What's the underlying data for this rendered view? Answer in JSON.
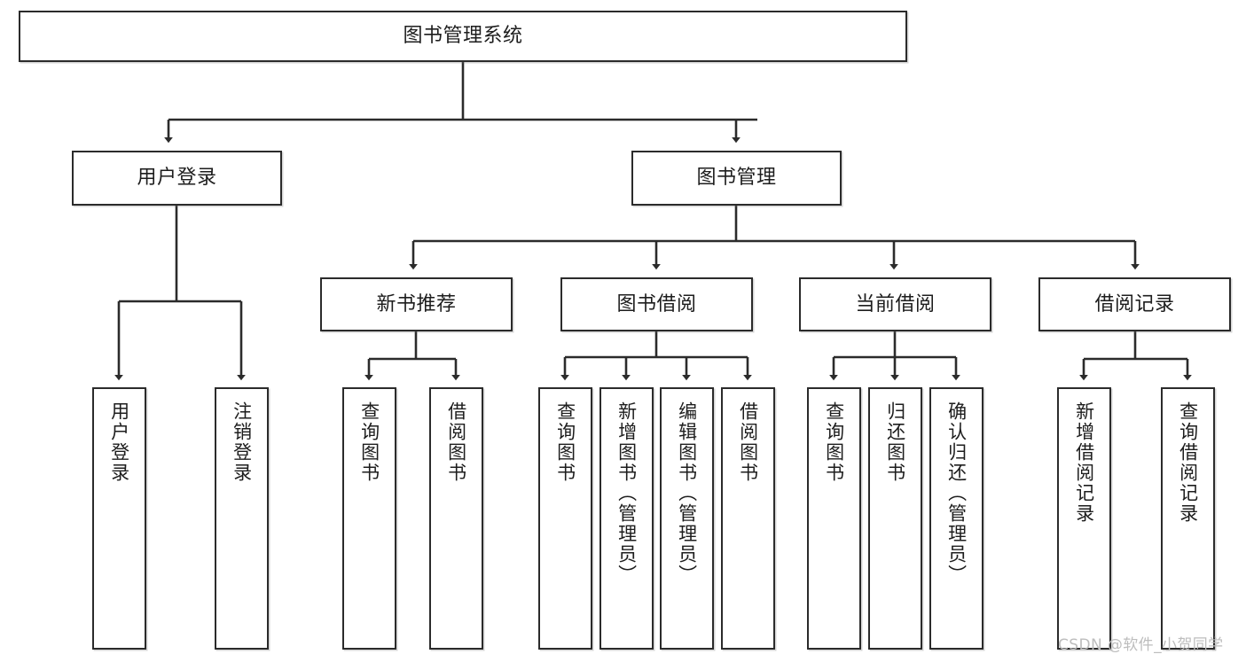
{
  "diagram": {
    "type": "tree-hierarchy",
    "title": "图书管理系统",
    "root": {
      "id": "root",
      "label": "图书管理系统"
    },
    "level2": [
      {
        "id": "user-login",
        "label": "用户登录"
      },
      {
        "id": "book-manage",
        "label": "图书管理"
      }
    ],
    "level3": [
      {
        "id": "new-book-rec",
        "label": "新书推荐",
        "parent": "book-manage"
      },
      {
        "id": "book-borrow",
        "label": "图书借阅",
        "parent": "book-manage"
      },
      {
        "id": "current-borrow",
        "label": "当前借阅",
        "parent": "book-manage"
      },
      {
        "id": "borrow-record",
        "label": "借阅记录",
        "parent": "book-manage"
      }
    ],
    "leaves": [
      {
        "id": "leaf-user-login",
        "label": "用户登录",
        "parent": "user-login"
      },
      {
        "id": "leaf-user-logout",
        "label": "注销登录",
        "parent": "user-login"
      },
      {
        "id": "leaf-query-book-1",
        "label": "查询图书",
        "parent": "new-book-rec"
      },
      {
        "id": "leaf-borrow-book-1",
        "label": "借阅图书",
        "parent": "new-book-rec"
      },
      {
        "id": "leaf-query-book-2",
        "label": "查询图书",
        "parent": "book-borrow"
      },
      {
        "id": "leaf-add-book",
        "label": "新增图书（管理员）",
        "parent": "book-borrow"
      },
      {
        "id": "leaf-edit-book",
        "label": "编辑图书（管理员）",
        "parent": "book-borrow"
      },
      {
        "id": "leaf-borrow-book-2",
        "label": "借阅图书",
        "parent": "book-borrow"
      },
      {
        "id": "leaf-query-book-3",
        "label": "查询图书",
        "parent": "current-borrow"
      },
      {
        "id": "leaf-return-book",
        "label": "归还图书",
        "parent": "current-borrow"
      },
      {
        "id": "leaf-confirm-return",
        "label": "确认归还（管理员）",
        "parent": "current-borrow"
      },
      {
        "id": "leaf-add-record",
        "label": "新增借阅记录",
        "parent": "borrow-record"
      },
      {
        "id": "leaf-query-record",
        "label": "查询借阅记录",
        "parent": "borrow-record"
      }
    ],
    "colors": {
      "stroke": "#2b2b2b",
      "fill": "#ffffff",
      "text": "#1d1d1d",
      "watermark": "#bdbdbd"
    }
  },
  "watermark": {
    "text": "CSDN @软件_小贺同学"
  }
}
